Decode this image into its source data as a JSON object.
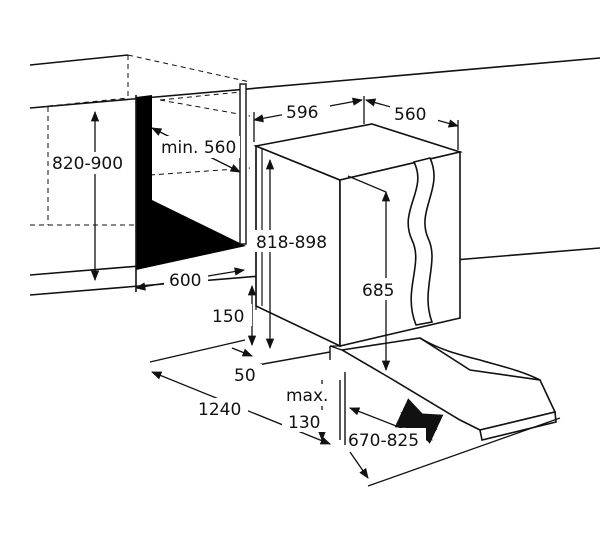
{
  "colors": {
    "ink": "#111111",
    "wall_fill": "#000000",
    "background": "#ffffff"
  },
  "dimensions": {
    "niche_height": "820-900",
    "niche_min_depth": "min. 560",
    "niche_width": "600",
    "appliance_width": "596",
    "appliance_depth": "560",
    "appliance_height": "818-898",
    "door_height": "685",
    "plinth_height": "150",
    "plinth_gap": "50",
    "total_depth_open": "1240",
    "plinth_max_label_1": "max.",
    "plinth_max_label_2": "130",
    "door_adjust": "670-825"
  }
}
